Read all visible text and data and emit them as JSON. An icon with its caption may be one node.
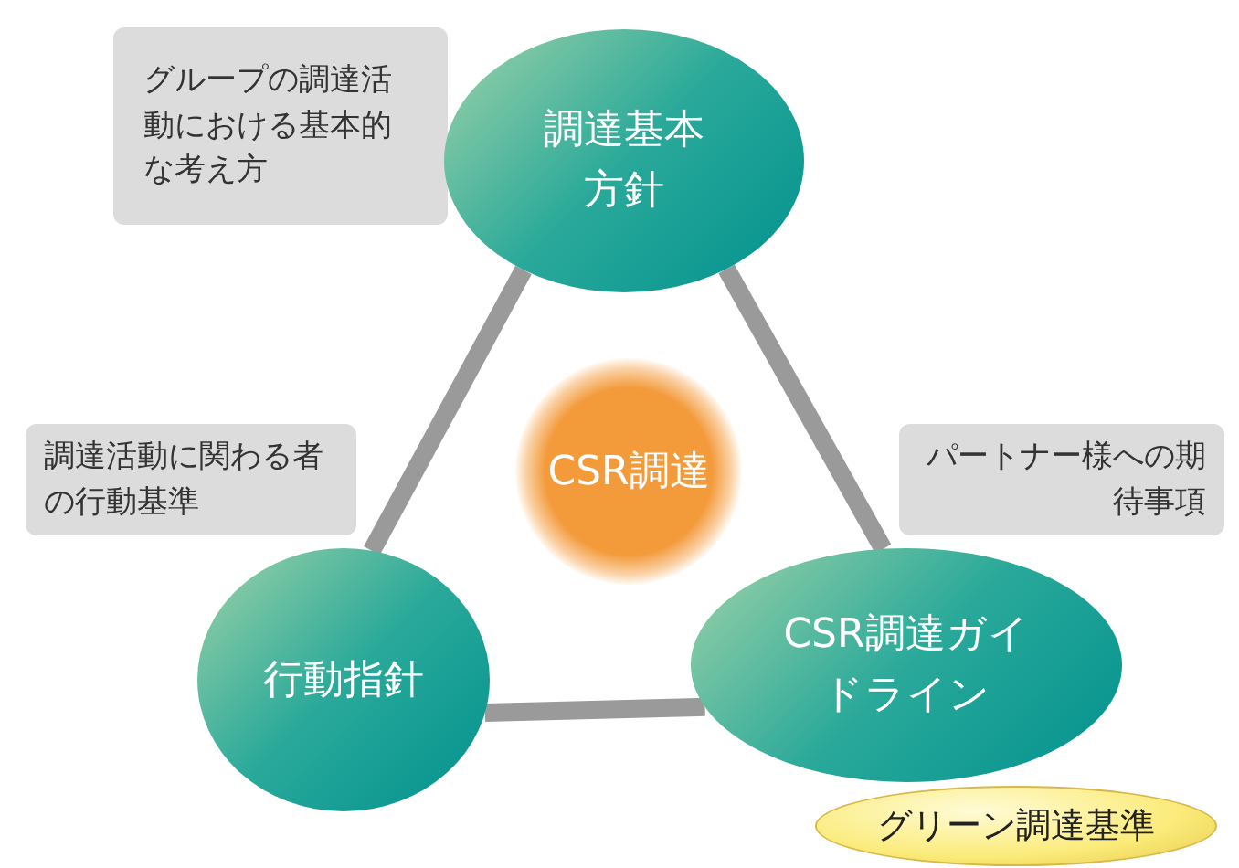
{
  "diagram": {
    "nodes": [
      {
        "text": [
          "グループの調達活動における基本的な考え方"
        ]
      },
      {
        "text": [
          "調達基本方針"
        ]
      },
      {
        "text": [
          "調達活動に関わる者の行動基準"
        ]
      },
      {
        "text": [
          "CSR調達"
        ]
      },
      {
        "text": [
          "パートナー様への期待事項"
        ]
      },
      {
        "text": [
          "行動指針"
        ]
      },
      {
        "text": [
          "CSR調達ガイドライン"
        ]
      },
      {
        "text": [
          "グリーン調達基準"
        ]
      }
    ],
    "edges": [
      {
        "from": 1,
        "to": 5,
        "arrow": "none"
      },
      {
        "from": 1,
        "to": 6,
        "arrow": "none"
      },
      {
        "from": 5,
        "to": 6,
        "arrow": "none"
      }
    ]
  }
}
